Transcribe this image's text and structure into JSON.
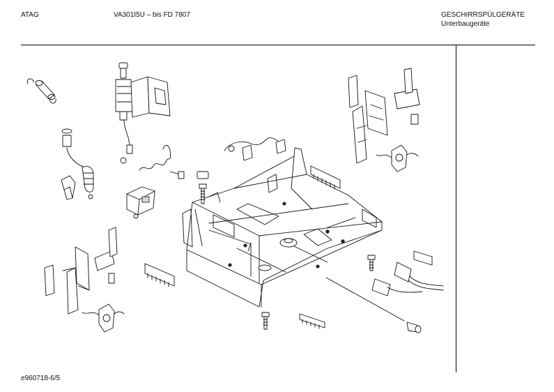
{
  "header": {
    "brand": "ATAG",
    "model": "VA301I5U – bis FD 7807",
    "category": "GESCHIRRSPÜLGERÄTE",
    "subcategory": "Unterbaugeräte"
  },
  "footer": {
    "drawing_number": "e960718-6/5"
  },
  "colors": {
    "line": "#111111",
    "background": "#ffffff"
  }
}
